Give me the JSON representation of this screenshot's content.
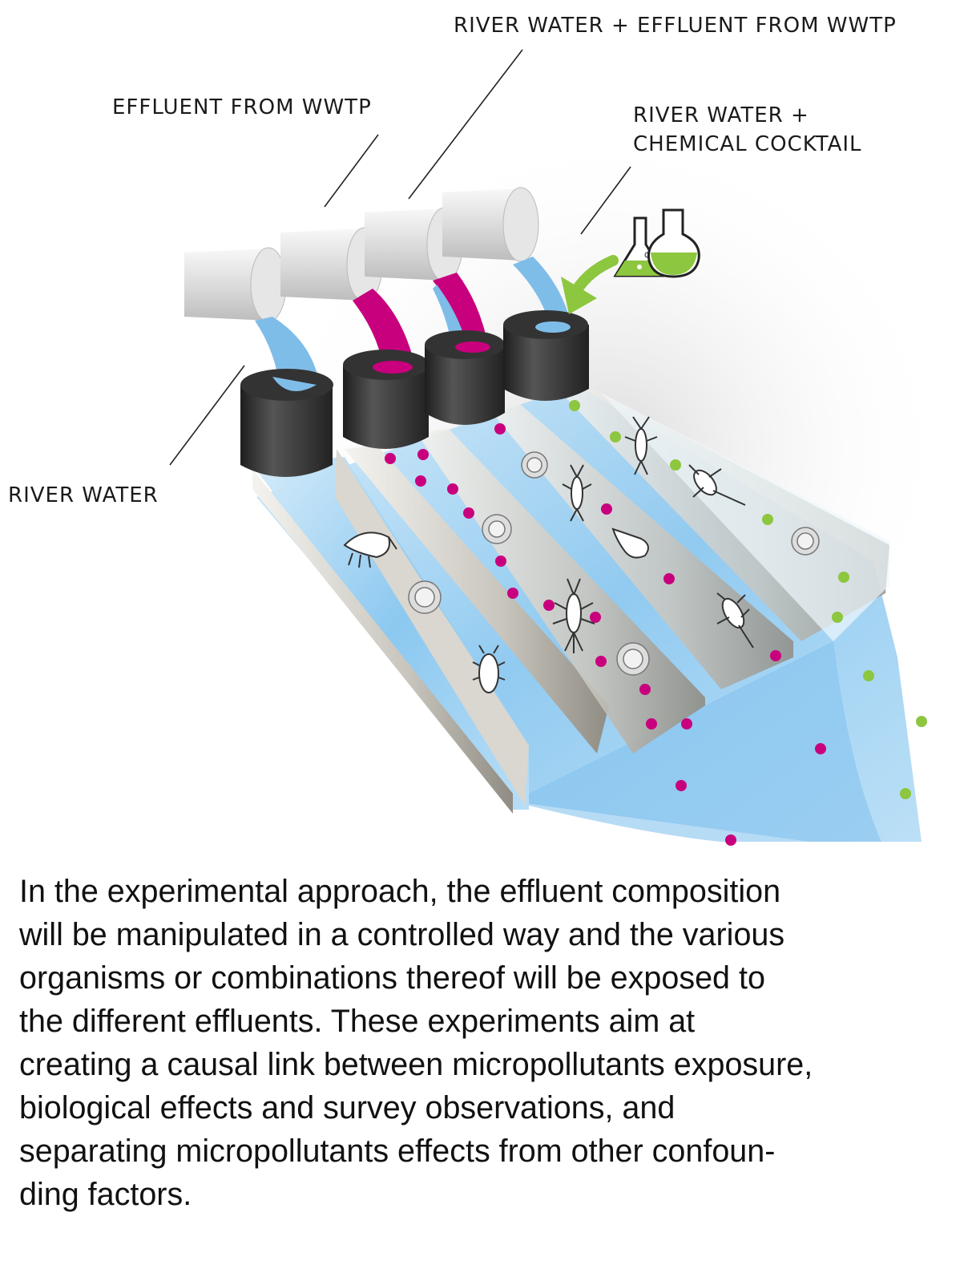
{
  "labels": {
    "river_water_wwtp": "RIVER WATER + EFFLUENT FROM WWTP",
    "effluent": "EFFLUENT FROM WWTP",
    "river_chemical": "RIVER WATER +\nCHEMICAL COCKTAIL",
    "river_water": "RIVER WATER"
  },
  "caption": "In the experimental approach, the effluent composition\nwill be manipulated in a controlled way and the various\norganisms or combinations thereof will be exposed to\nthe different effluents. These experiments aim at\ncreating a causal link between micropollutants exposure,\nbiological effects and survey observations, and\nseparating micropollutants effects from other confoun-\nding factors.",
  "colors": {
    "river_water": "#8cc8f0",
    "effluent": "#c8007e",
    "chemical": "#8dc63f",
    "pipe_dark": "#2b2b2b",
    "channel_metal": "#b9b6ae"
  },
  "icons": [
    "flask-icon",
    "beaker-icon",
    "arrow-icon",
    "shrimp-icon",
    "pollen-icon",
    "mayfly-icon",
    "isopod-icon",
    "snail-icon"
  ]
}
